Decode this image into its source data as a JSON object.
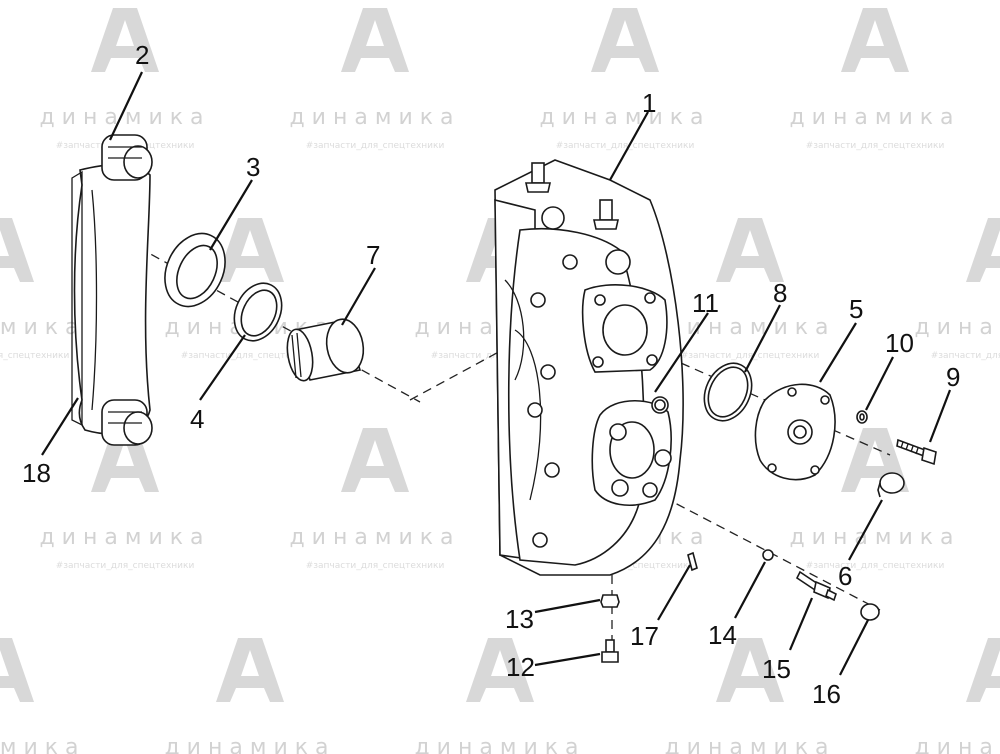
{
  "watermark": {
    "word": "динамика",
    "subtitle": "#запчасти_для_спецтехники"
  },
  "callouts": [
    "1",
    "2",
    "3",
    "4",
    "5",
    "6",
    "7",
    "8",
    "9",
    "10",
    "11",
    "12",
    "13",
    "14",
    "15",
    "16",
    "17",
    "18"
  ]
}
